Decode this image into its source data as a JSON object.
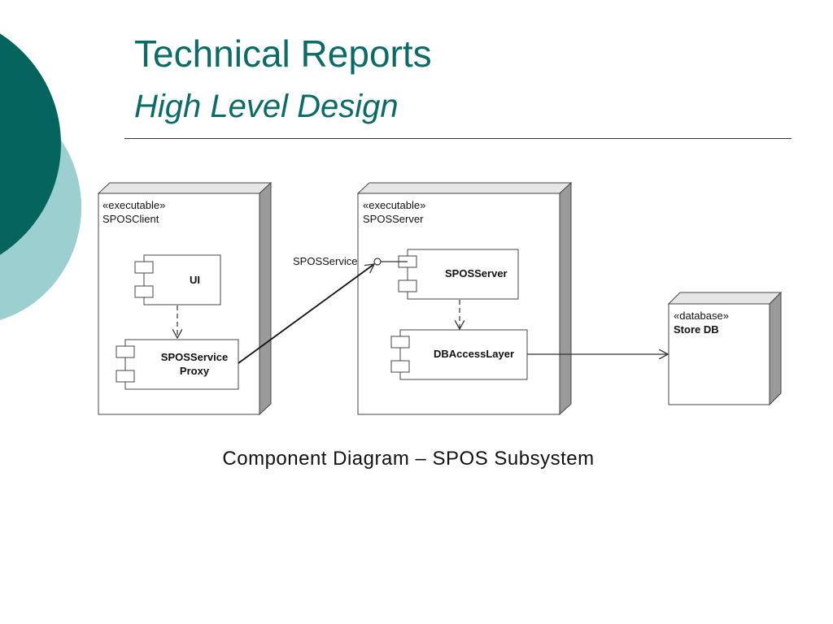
{
  "slide": {
    "title": "Technical Reports",
    "subtitle": "High Level Design",
    "caption": "Component Diagram – SPOS Subsystem"
  },
  "diagram": {
    "nodes": {
      "client": {
        "stereotype": "«executable»",
        "name": "SPOSClient"
      },
      "server": {
        "stereotype": "«executable»",
        "name": "SPOSServer"
      },
      "database": {
        "stereotype": "«database»",
        "name": "Store DB"
      }
    },
    "components": {
      "ui": "UI",
      "proxy_line1": "SPOSService",
      "proxy_line2": "Proxy",
      "server": "SPOSServer",
      "dbaccess": "DBAccessLayer"
    },
    "interface_label": "SPOSService"
  },
  "colors": {
    "dark_teal": "#05645e",
    "light_teal": "#9ccfd0",
    "title_text": "#0b6b66"
  }
}
